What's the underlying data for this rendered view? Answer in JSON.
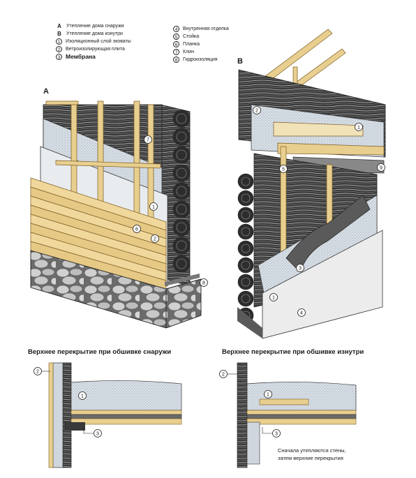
{
  "legend_left": [
    {
      "key": "A",
      "label": "Утепление дома снаружи",
      "circled": false
    },
    {
      "key": "B",
      "label": "Утепление дома изнутри",
      "circled": false
    },
    {
      "key": "1",
      "label": "Изоляционный слой эковаты",
      "circled": true
    },
    {
      "key": "2",
      "label": "Ветроизолирующая плита",
      "circled": true
    },
    {
      "key": "3",
      "label": "Мембрана",
      "circled": true
    }
  ],
  "legend_right": [
    {
      "key": "4",
      "label": "Внутренняя отделка"
    },
    {
      "key": "5",
      "label": "Стойка"
    },
    {
      "key": "6",
      "label": "Планка"
    },
    {
      "key": "7",
      "label": "Клин"
    },
    {
      "key": "8",
      "label": "Гидроизоляция"
    }
  ],
  "panels": {
    "a": "A",
    "b": "B"
  },
  "sections": {
    "outside_title": "Верхнее перекрытие при обшивке снаружи",
    "inside_title": "Верхнее перекрытие при обшивке изнутри"
  },
  "note": {
    "line1": "Сначала утепляются стены,",
    "line2": "затем верхние перекрытия"
  },
  "callouts": {
    "a_7": "7",
    "a_1": "1",
    "a_6": "6",
    "a_2": "2",
    "a_8": "8",
    "b_2": "2",
    "b_1": "1",
    "b_5": "5",
    "b_9": "9",
    "b_3": "3",
    "b_1b": "1",
    "b_4": "4",
    "bl_2": "2",
    "bl_1": "1",
    "bl_3": "3",
    "br_2": "2",
    "br_1": "1",
    "br_3": "3"
  },
  "colors": {
    "wood": "#e8cf8f",
    "wood_dark": "#c9a65a",
    "insulation": "#d6dde4",
    "insulation_dot": "#9aa7b3",
    "board": "#f0d79c",
    "stone": "#c7c7c7",
    "log": "#3a3a3a",
    "panel_grey": "#ececec"
  }
}
